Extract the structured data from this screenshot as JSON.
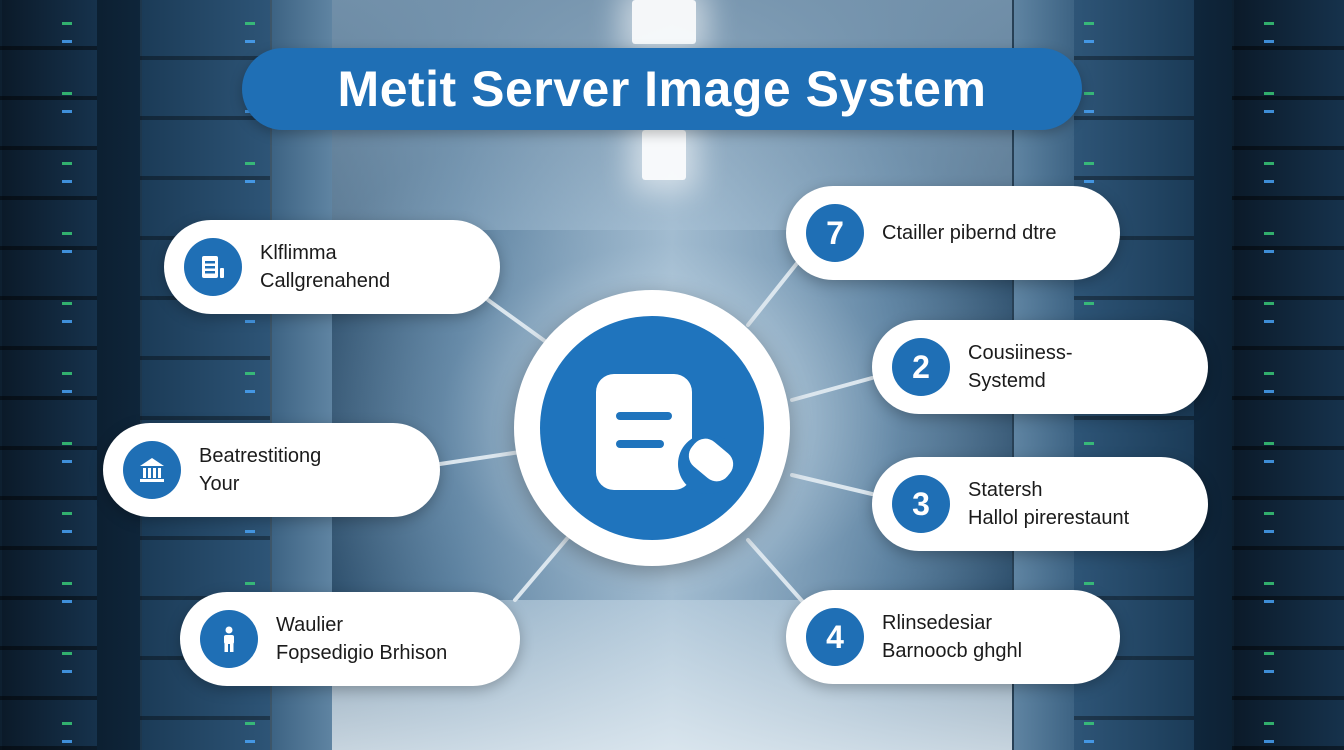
{
  "title": "Metit Server Image System",
  "colors": {
    "accent": "#1f6fb5",
    "hub": "#1f74bd",
    "card": "#ffffff",
    "link": "#dbe6ee"
  },
  "hub": {
    "icon": "document-search-icon"
  },
  "nodes": [
    {
      "id": "left-top",
      "badge": "",
      "icon": "server-list-icon",
      "lines": [
        "Klflimma",
        "Callgrenahend"
      ]
    },
    {
      "id": "left-mid",
      "badge": "",
      "icon": "building-icon",
      "lines": [
        "Beatrestitiong",
        "Your"
      ]
    },
    {
      "id": "left-bottom",
      "badge": "",
      "icon": "person-icon",
      "lines": [
        "Waulier",
        "Fopsedigio Brhison"
      ]
    },
    {
      "id": "right-1",
      "badge": "7",
      "icon": "",
      "lines": [
        "Ctailler pibernd dtre"
      ]
    },
    {
      "id": "right-2",
      "badge": "2",
      "icon": "",
      "lines": [
        "Cousiiness-",
        "Systemd"
      ]
    },
    {
      "id": "right-3",
      "badge": "3",
      "icon": "",
      "lines": [
        "Statersh",
        "Hallol pirerestaunt"
      ]
    },
    {
      "id": "right-4",
      "badge": "4",
      "icon": "",
      "lines": [
        "Rlinsedesiar",
        "Barnoocb ghghl"
      ]
    }
  ]
}
